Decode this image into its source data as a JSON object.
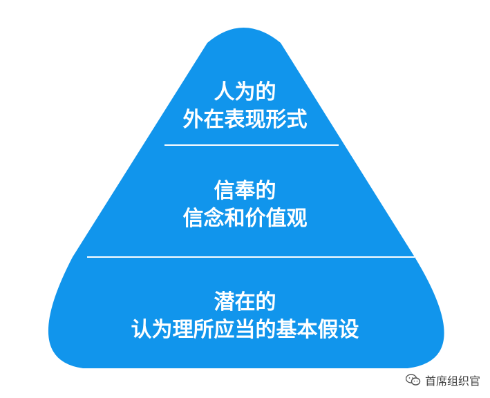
{
  "colors": {
    "pyramid_fill": "#1195ec",
    "divider": "#ffffff",
    "text": "#ffffff",
    "background": "#ffffff"
  },
  "layers": [
    {
      "line1": "人为的",
      "line2": "外在表现形式"
    },
    {
      "line1": "信奉的",
      "line2": "信念和价值观"
    },
    {
      "line1": "潜在的",
      "line2": "认为理所应当的基本假设"
    }
  ],
  "watermark": {
    "icon": "wechat-icon",
    "text": "首席组织官"
  }
}
